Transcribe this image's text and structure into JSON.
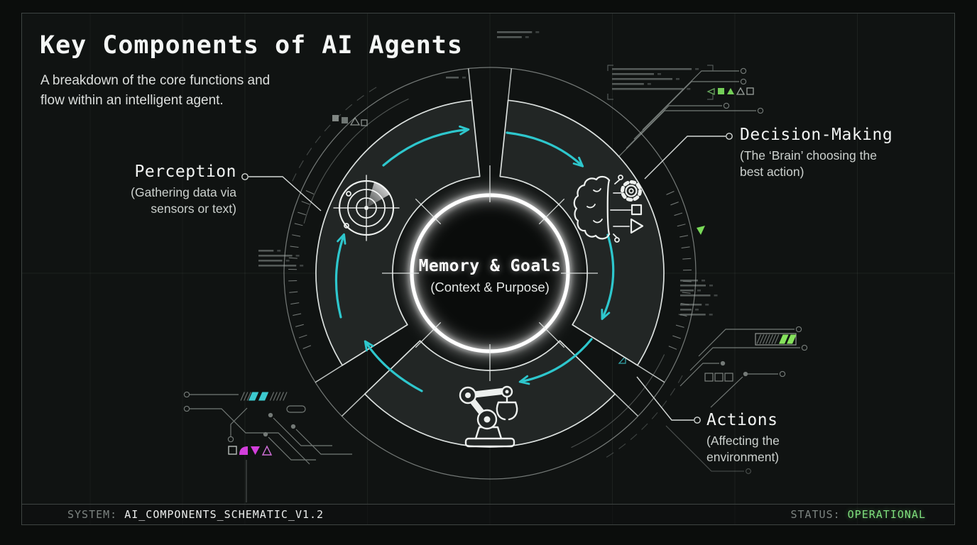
{
  "header": {
    "title": "Key Components of AI Agents",
    "subtitle": [
      "A breakdown of the core functions and",
      "flow within an intelligent agent."
    ]
  },
  "diagram": {
    "center_title": "Memory & Goals",
    "center_subtitle": "(Context & Purpose)",
    "icons": {
      "perception": "radar-icon",
      "decision": "brain-circuit-icon",
      "actions": "robot-arm-icon"
    },
    "flow_color": "#2ec7cd"
  },
  "callouts": {
    "perception": {
      "label": "Perception",
      "desc": [
        "(Gathering data via",
        "sensors or text)"
      ]
    },
    "decision": {
      "label": "Decision-Making",
      "desc": [
        "(The ‘Brain’ choosing the",
        "best action)"
      ]
    },
    "actions": {
      "label": "Actions",
      "desc": [
        "(Affecting the",
        "environment)"
      ]
    }
  },
  "footer": {
    "system_label": "SYSTEM:",
    "system_value": "AI_COMPONENTS_SCHEMATIC_V1.2",
    "status_label": "STATUS:",
    "status_value": "OPERATIONAL",
    "status_color": "#7fdf7d"
  },
  "decor_colors": {
    "teal": "#3cc9cf",
    "green": "#85e25c",
    "magenta": "#d23fdb"
  }
}
